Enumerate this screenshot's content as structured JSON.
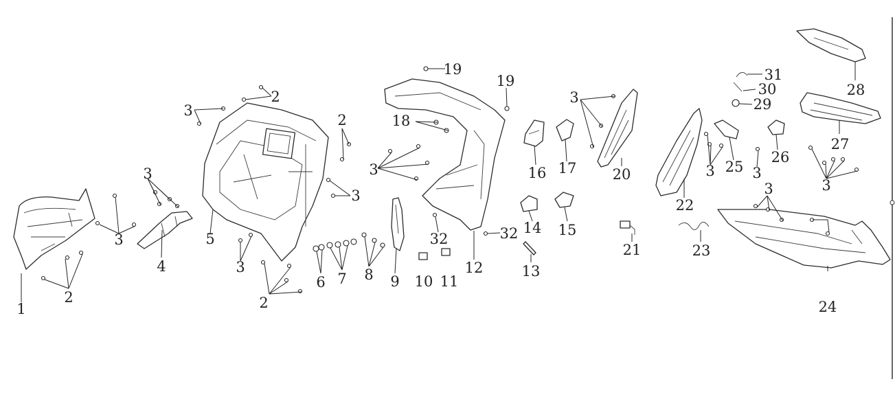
{
  "diagram": {
    "labels": [
      "1",
      "2",
      "3",
      "4",
      "5",
      "6",
      "7",
      "8",
      "9",
      "10",
      "11",
      "12",
      "13",
      "14",
      "15",
      "16",
      "17",
      "18",
      "19",
      "20",
      "21",
      "22",
      "23",
      "24",
      "25",
      "26",
      "27",
      "28",
      "29",
      "30",
      "31",
      "32"
    ]
  },
  "colors": {
    "line": "#2a2a2a",
    "background": "#ffffff"
  }
}
